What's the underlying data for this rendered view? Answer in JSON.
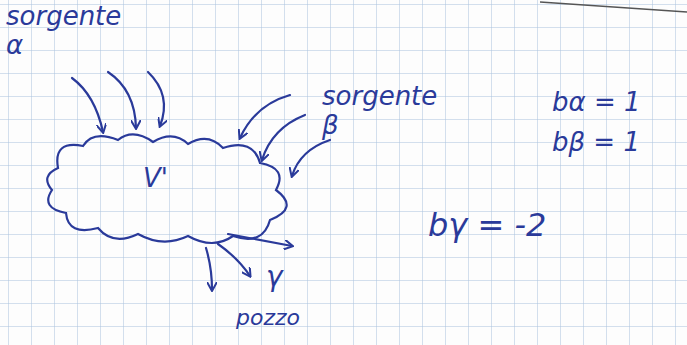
{
  "diagram": {
    "nodes": [
      {
        "text": [
          "V'"
        ]
      }
    ],
    "edges": [],
    "labels": [
      "sorgente α",
      "sorgente β",
      "γ",
      "pozzo",
      "bα = 1",
      "bβ = 1",
      "bγ = -2"
    ]
  }
}
